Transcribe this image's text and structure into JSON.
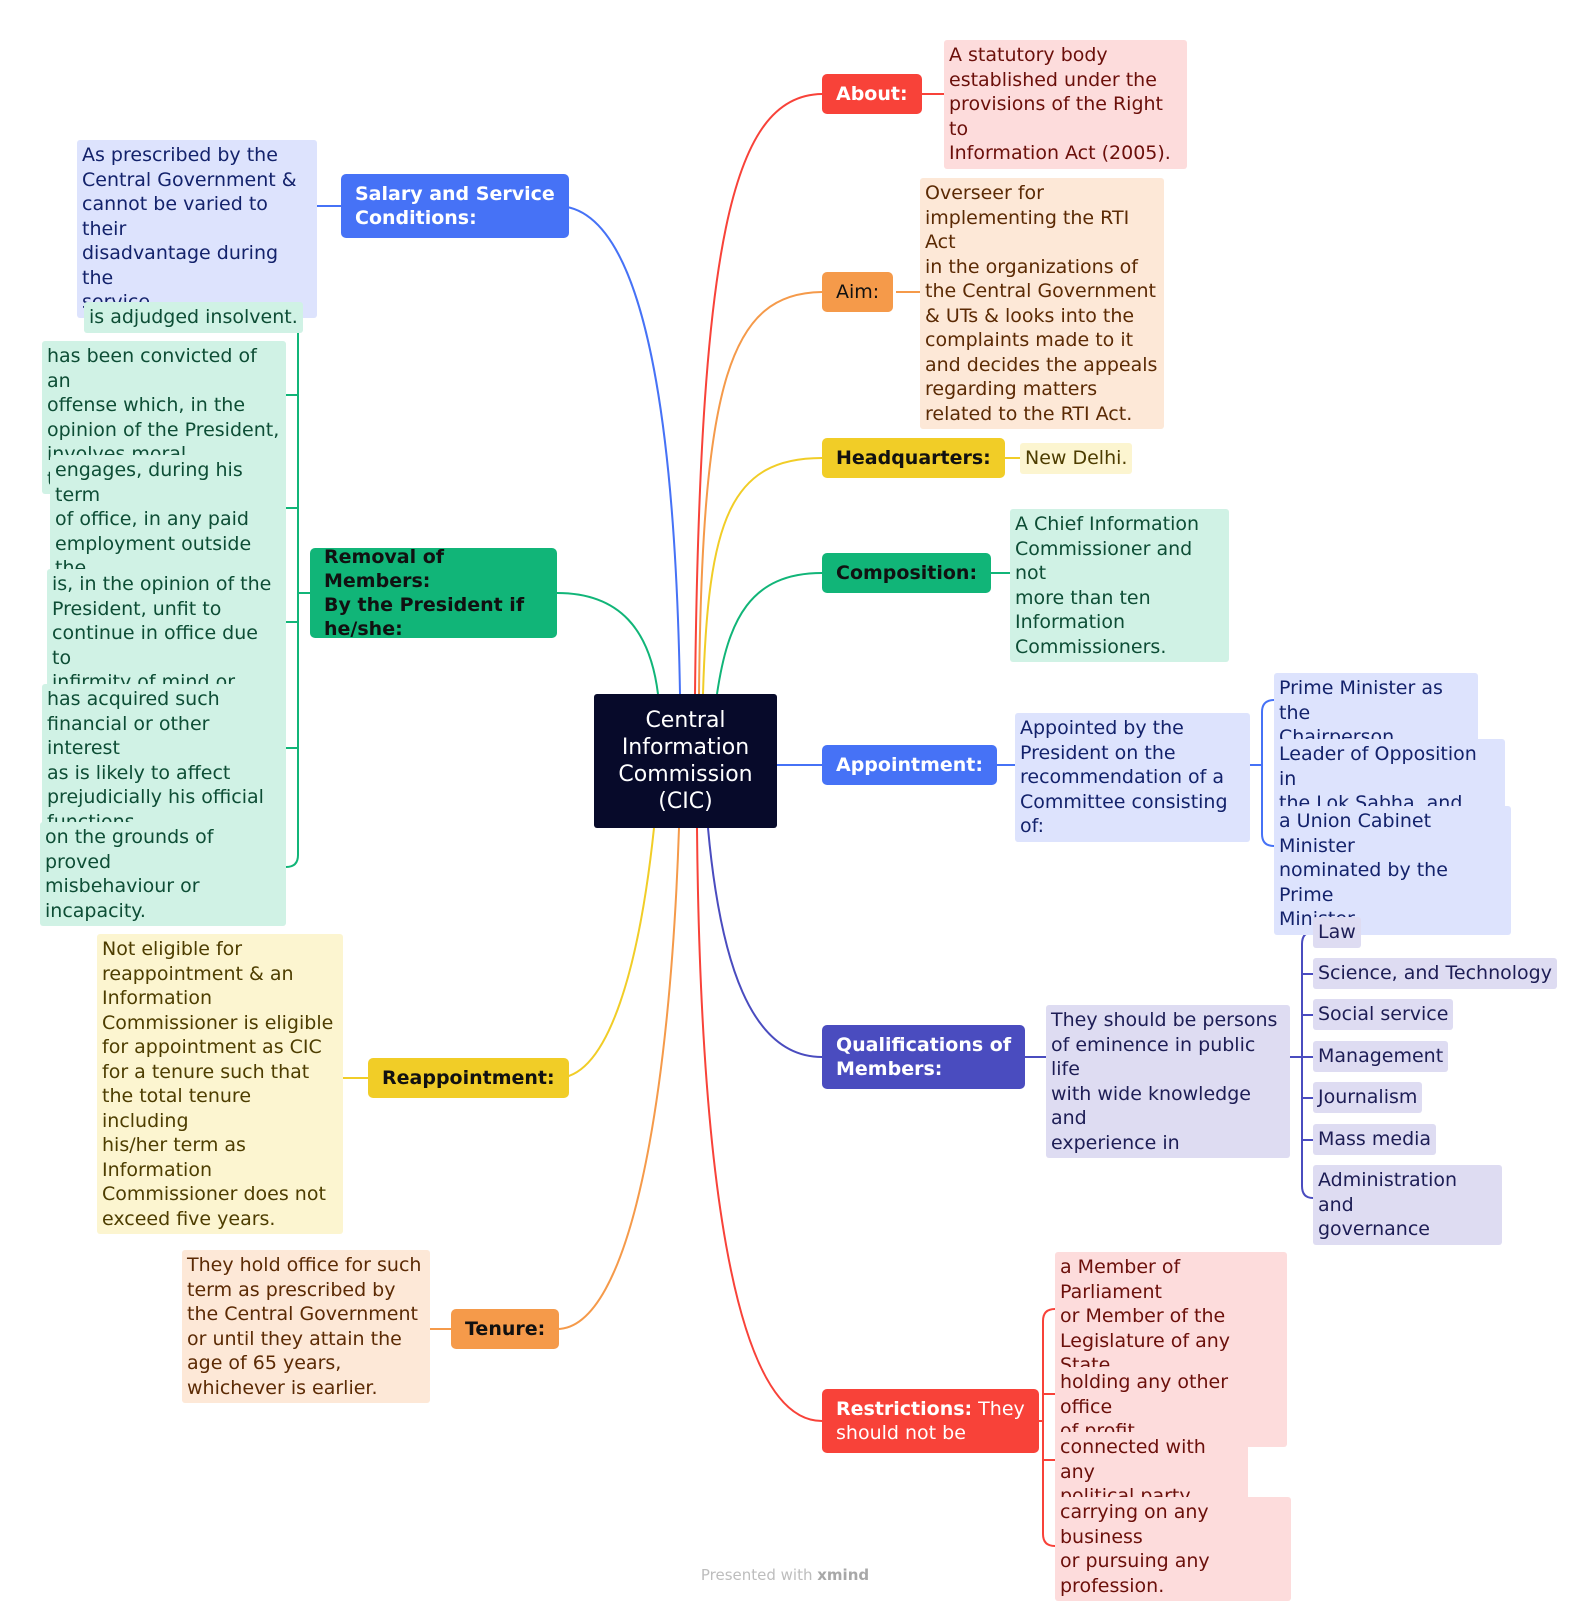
{
  "footer": {
    "prefix": "Presented with ",
    "brand": "xmind"
  },
  "center": {
    "label": "Central Information Commission (CIC)"
  },
  "colors": {
    "red": "#f84239",
    "orange": "#f59a4a",
    "yellow": "#f1cd27",
    "green": "#11b578",
    "blue": "#4672f6",
    "indigo": "#4a4cbf",
    "center": "#070a2a"
  },
  "right": {
    "about": {
      "label": "About:",
      "leaf": "A statutory body\nestablished under the\nprovisions of the Right to\nInformation Act (2005)."
    },
    "aim": {
      "label": "Aim:",
      "leaf": "Overseer for\nimplementing the RTI Act\nin the organizations of\nthe Central Government\n& UTs & looks into the\ncomplaints made to it\nand decides the appeals\nregarding matters\nrelated to the RTI Act."
    },
    "headquarters": {
      "label": "Headquarters:",
      "leaf": "New Delhi."
    },
    "composition": {
      "label": "Composition:",
      "leaf": "A Chief Information\nCommissioner and not\nmore than ten\nInformation\nCommissioners."
    },
    "appointment": {
      "label": "Appointment:",
      "leaf": "Appointed by the\nPresident on the\nrecommendation of a\nCommittee consisting of:",
      "items": [
        "Prime Minister as the\nChairperson,",
        "Leader of Opposition in\nthe Lok Sabha, and",
        "a Union Cabinet Minister\nnominated by the Prime\nMinister."
      ]
    },
    "qualifications": {
      "label": "Qualifications of\nMembers:",
      "leaf": "They should be persons\nof eminence in public life\nwith wide knowledge and\nexperience in",
      "items": [
        "Law",
        "Science, and Technology",
        "Social service",
        "Management",
        "Journalism",
        "Mass media",
        "Administration and\ngovernance"
      ]
    },
    "restrictions": {
      "label_bold": "Restrictions:",
      "label_rest": " They\nshould not be",
      "items": [
        "a Member of Parliament\nor Member of the\nLegislature of any State\nor Union Territory.",
        "holding any other office\nof profit",
        "connected with any\npolitical party",
        "carrying on any business\nor pursuing any\nprofession."
      ]
    }
  },
  "left": {
    "salary": {
      "label": "Salary and Service\nConditions:",
      "leaf": "As prescribed by the\nCentral Government &\ncannot be varied to their\ndisadvantage during the\nservice."
    },
    "removal": {
      "label": "Removal of Members:\nBy the President if\nhe/she:",
      "items": [
        "is adjudged insolvent.",
        "has been convicted of an\noffense which, in the\nopinion of the President,\ninvolves moral turpitude.",
        "engages, during his term\nof office, in any paid\nemployment outside the\nduties of his office.",
        "is, in the opinion of the\nPresident, unfit to\ncontinue in office due to\ninfirmity of mind or body.",
        "has acquired such\nfinancial or other interest\nas is likely to affect\nprejudicially his official\nfunctions.",
        "on the grounds of proved\nmisbehaviour or\nincapacity."
      ]
    },
    "reappointment": {
      "label": "Reappointment:",
      "leaf": "Not eligible for\nreappointment & an\nInformation\nCommissioner is eligible\nfor appointment as CIC\nfor a tenure such that\nthe total tenure including\nhis/her term as\nInformation\nCommissioner does not\nexceed five years."
    },
    "tenure": {
      "label": "Tenure:",
      "leaf": "They hold office for such\nterm as prescribed by\nthe Central Government\nor until they attain the\nage of 65 years,\nwhichever is earlier."
    }
  }
}
